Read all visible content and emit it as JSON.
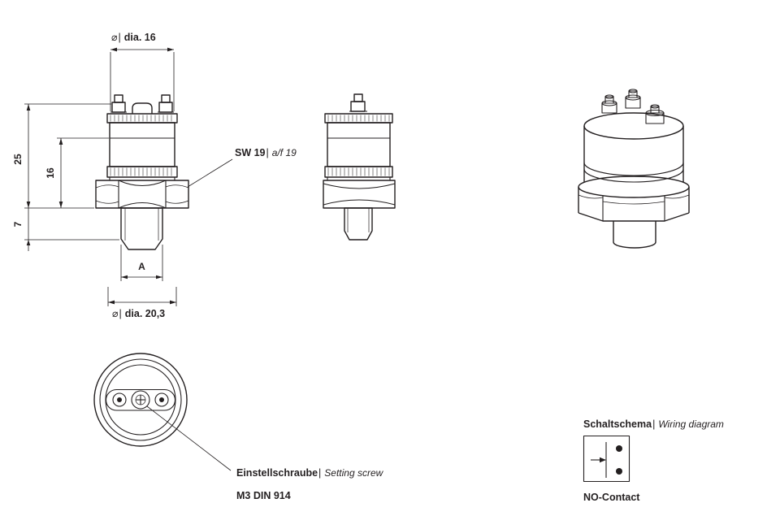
{
  "page": {
    "colors": {
      "line": "#231f20",
      "background": "#ffffff"
    }
  },
  "symbols": {
    "diameter": "⌀",
    "separator": "|"
  },
  "front_view": {
    "dim_top_diameter": "dia. 16",
    "dim_overall_height": "25",
    "dim_body_height": "16",
    "dim_stem_height": "7",
    "wrench_label_de": "SW 19",
    "wrench_label_en": "a/f 19",
    "dim_thread": "A",
    "dim_bottom_diameter": "dia. 20,3"
  },
  "bottom_view": {
    "screw_label_de": "Einstellschraube",
    "screw_label_en": "Setting screw",
    "screw_spec": "M3 DIN 914"
  },
  "wiring_diagram": {
    "title_de": "Schaltschema",
    "title_en": "Wiring diagram",
    "contact": "NO-Contact"
  }
}
